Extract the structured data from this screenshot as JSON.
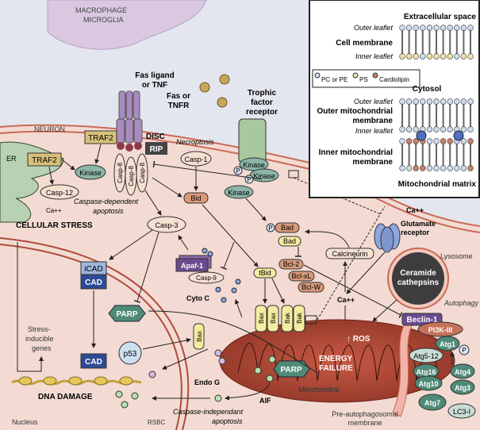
{
  "colors": {
    "extracellular": "#e4e6ef",
    "cytoplasm": "#f3dbd3",
    "mito": "#b4503e",
    "membrane": "#c96a55",
    "macrophage": "#d9c8e0",
    "green_protein": "#4f8a78",
    "purple_box": "#6b4b8e",
    "tan_box": "#d8c07a",
    "orange_pill": "#d99a7a",
    "yellow_pill": "#f4eca0",
    "dark_blue": "#2d4a94"
  },
  "macrophage": {
    "line1": "MACROPHAGE",
    "line2": "MICROGLIA"
  },
  "fas": {
    "ligand1": "Fas ligand",
    "ligand2": "or TNF",
    "receptor1": "Fas or",
    "receptor2": "TNFR",
    "disc": "DISC",
    "rip": "RIP",
    "casp8": "Casp-8"
  },
  "trophic": {
    "line1": "Trophic",
    "line2": "factor",
    "line3": "receptor",
    "kinase": "Kinase",
    "p": "P"
  },
  "neuron": "NEURON",
  "er": {
    "label": "ER",
    "traf2": "TRAF2",
    "casp12": "Casp-12",
    "ca": "Ca++",
    "stress": "CELLULAR STRESS"
  },
  "traf2": "TRAF2",
  "kinase": "Kinase",
  "necroptosis": "Necroptosis",
  "casp1": "Casp-1",
  "bid": "Bid",
  "caspase_dependent": {
    "line1": "Caspase-dependent",
    "line2": "apoptosis"
  },
  "casp3": "Casp-3",
  "bad": {
    "p_bad": "Bad",
    "bad": "Bad"
  },
  "bcl": [
    "Bcl-2",
    "Bcl-xL",
    "Bcl-W"
  ],
  "tbid": "tBid",
  "calcineurin": "Calcineurin",
  "glutamate": {
    "ca": "Ca++",
    "line1": "Glutamate",
    "line2": "receptor"
  },
  "lysosome": {
    "label": "Lysosome",
    "line1": "Ceramide",
    "line2": "cathepsins"
  },
  "ca_mito": "Ca++",
  "autophagy": {
    "label": "Autophagy",
    "beclin": "Beclin-1",
    "pi3k": "PI3K-III",
    "atg1": "Atg1",
    "atg5": "Atg5-12",
    "atg16": "Atg16",
    "atg10": "Atg10",
    "atg7": "Atg7",
    "atg4": "Atg4",
    "atg3": "Atg3",
    "lc3": "LC3-I",
    "p": "P"
  },
  "pre_auto": {
    "line1": "Pre-autophagosomal",
    "line2": "membrane"
  },
  "bax_bak": [
    "Bax",
    "Bax",
    "Bak",
    "Bak"
  ],
  "mito": {
    "ros": "↑ ROS",
    "energy1": "ENERGY",
    "energy2": "FAILURE",
    "parp": "PARP",
    "label": "Mitochondria"
  },
  "aif": "AIF",
  "endo_g": "Endo G",
  "caspase_independent": {
    "line1": "Caspase-independant",
    "line2": "apoptosis"
  },
  "apaf": "Apaf-1",
  "casp9": "Casp-9",
  "cyto_c": "Cyto C",
  "icad": "iCAD",
  "cad": "CAD",
  "parp": "PARP",
  "p53": "p53",
  "bax": "Bax",
  "stress_genes": {
    "line1": "Stress-",
    "line2": "inducible",
    "line3": "genes"
  },
  "dna_damage": "DNA DAMAGE",
  "nucleus": "Nucleus",
  "credit": "RSBC",
  "inset": {
    "extracellular": "Extracellular space",
    "outer_leaflet": "Outer leaflet",
    "cell_membrane": "Cell membrane",
    "inner_leaflet": "Inner leaflet",
    "legend": [
      "PC or PE",
      "PS",
      "Cardiolipin"
    ],
    "cytosol": "Cytosol",
    "outer_leaflet2": "Outer leaflet",
    "omm1": "Outer mitochondrial",
    "omm2": "membrane",
    "inner_leaflet2": "Inner leaflet",
    "imm1": "Inner mitochondrial",
    "imm2": "membrane",
    "matrix": "Mitochondrial matrix"
  }
}
